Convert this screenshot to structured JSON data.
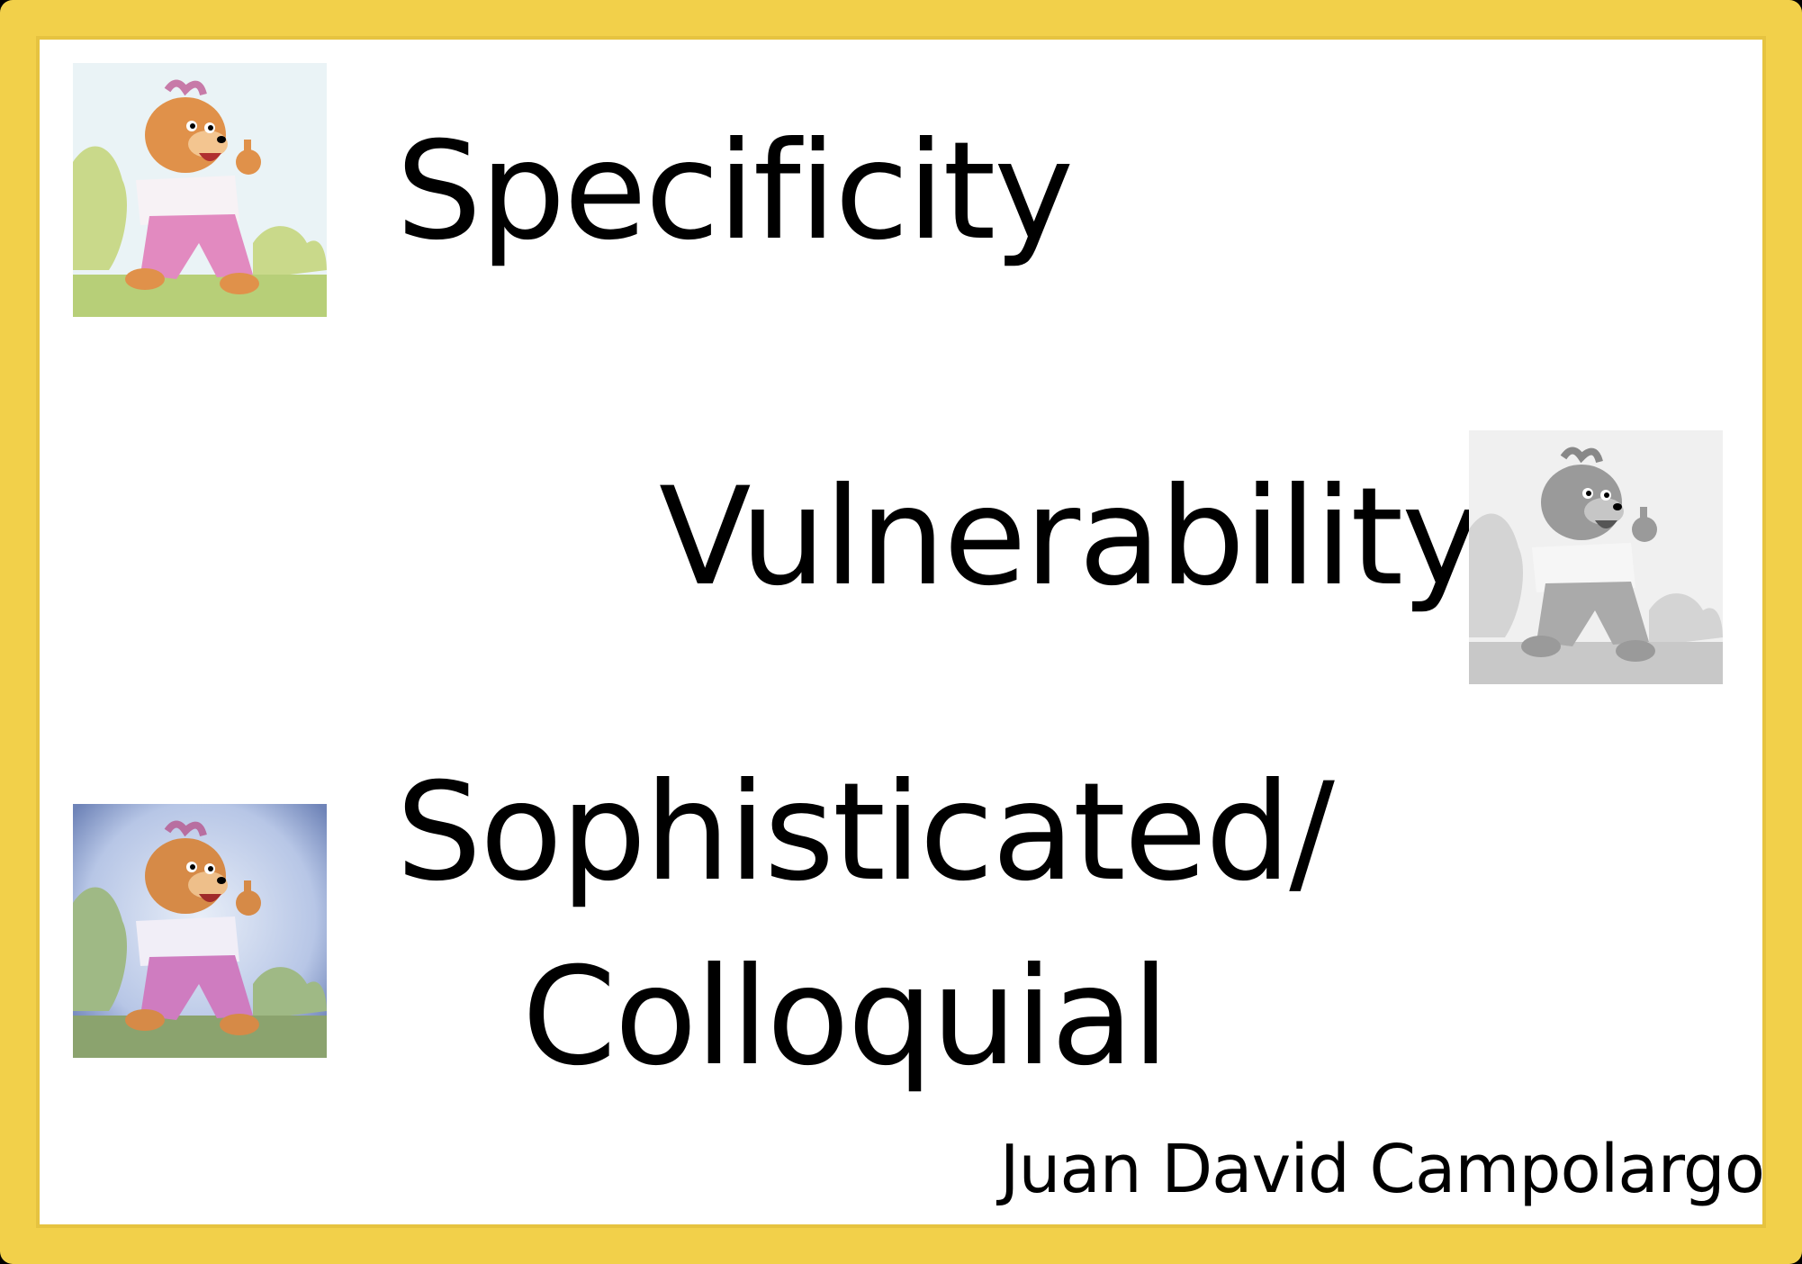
{
  "slide": {
    "words": {
      "specificity": "Specificity",
      "vulnerability": "Vulnerability",
      "sophisticated": "Sophisticated/",
      "colloquial": "Colloquial"
    },
    "author": "Juan David Campolargo"
  },
  "images": [
    {
      "name": "bear-cartoon-color",
      "style": "color"
    },
    {
      "name": "bear-cartoon-grayscale",
      "style": "grayscale"
    },
    {
      "name": "bear-cartoon-vignette",
      "style": "blue-vignette"
    }
  ],
  "colors": {
    "frame": "#f2d04a",
    "background": "#ffffff",
    "text": "#000000"
  }
}
